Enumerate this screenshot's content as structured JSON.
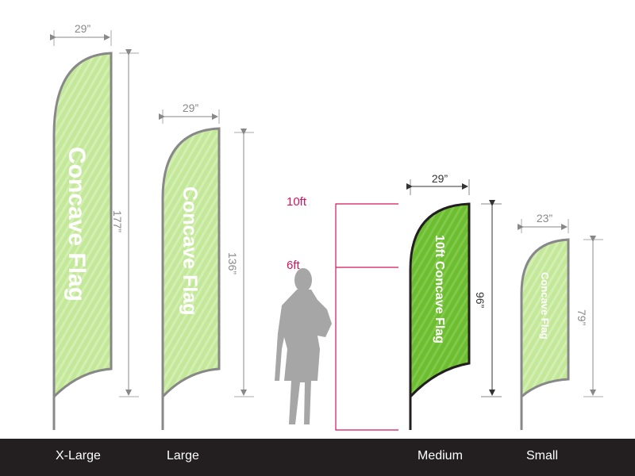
{
  "flags": [
    {
      "name": "X-Large",
      "text": "Concave Flag",
      "width": "29”",
      "height": "177”"
    },
    {
      "name": "Large",
      "text": "Concave Flag",
      "width": "29”",
      "height": "136”"
    },
    {
      "name": "Medium",
      "text": "10ft Concave Flag",
      "width": "29”",
      "height": "96”"
    },
    {
      "name": "Small",
      "text": "Concave Flag",
      "width": "23”",
      "height": "79”"
    }
  ],
  "scale": {
    "ten": "10ft",
    "six": "6ft"
  },
  "colors": {
    "light_green": "#c4e89a",
    "green": "#6cbd2f",
    "pink": "#d4145a",
    "footer": "#231f20"
  }
}
